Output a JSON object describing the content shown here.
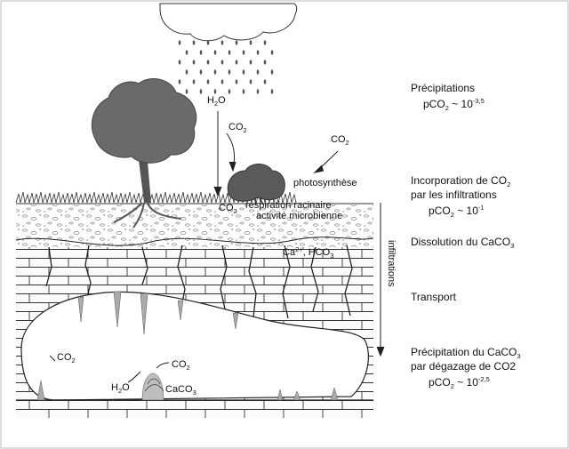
{
  "scene": {
    "h2o_rain": {
      "main": "H",
      "sub": "2",
      "tail": "O"
    },
    "co2_down": {
      "main": "CO",
      "sub": "2"
    },
    "co2_air": {
      "main": "CO",
      "sub": "2"
    },
    "photosynthese": "photosynthèse",
    "co2_soil": {
      "main": "CO",
      "sub": "2"
    },
    "respiration": "respiration racinaire",
    "activite": "activité microbienne",
    "ions": {
      "ca": "Ca",
      "ca_sup": "2+",
      "sep": ", HCO",
      "hco_sub": "3",
      "hco_sup": "-"
    },
    "infiltrations": "infiltrations",
    "co2_cave_left": {
      "main": "CO",
      "sub": "2"
    },
    "co2_cave_mid": {
      "main": "CO",
      "sub": "2"
    },
    "h2o_cave": {
      "main": "H",
      "sub": "2",
      "tail": "O"
    },
    "caco3_cave": {
      "main": "CaCO",
      "sub": "3"
    }
  },
  "stages": {
    "precipitations": {
      "title": "Précipitations",
      "pco2": "pCO",
      "sub": "2",
      "tilde": " ~ 10",
      "exp": "-3,5"
    },
    "incorporation": {
      "line1": "Incorporation de CO",
      "line1_sub": "2",
      "line2": "par les infiltrations",
      "pco2": "pCO",
      "sub": "2",
      "tilde": " ~ 10",
      "exp": "-1"
    },
    "dissolution": {
      "title": "Dissolution du CaCO",
      "sub": "3"
    },
    "transport": {
      "title": "Transport"
    },
    "precipitation": {
      "line1": "Précipitation du CaCO",
      "line1_sub": "3",
      "line2": "par dégazage de CO2",
      "pco2": "pCO",
      "sub": "2",
      "tilde": " ~ 10",
      "exp": "-2,5"
    }
  }
}
